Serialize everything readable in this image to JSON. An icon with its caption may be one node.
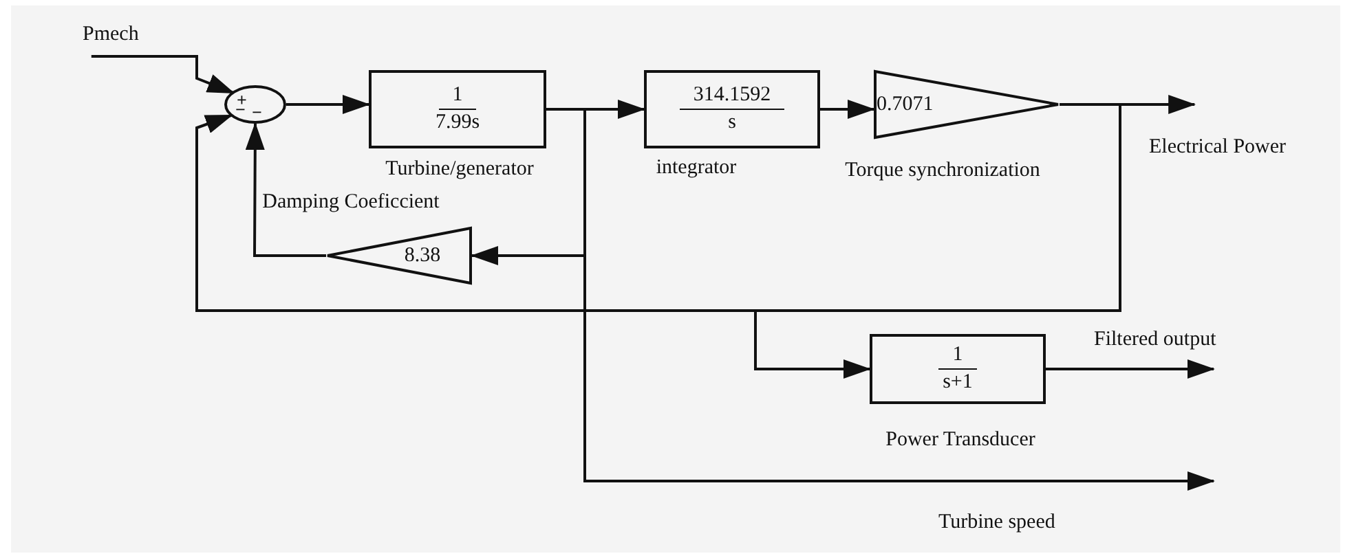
{
  "diagram": {
    "nodes": [
      {
        "text": [
          "Pmech"
        ]
      },
      {
        "text": [
          "+",
          "−",
          "−"
        ]
      },
      {
        "text": [
          "1",
          "7.99s"
        ],
        "beside": [
          "Turbine/generator"
        ]
      },
      {
        "text": [
          "314.1592",
          "s"
        ],
        "beside": [
          "integrator"
        ]
      },
      {
        "text": [
          "0.7071"
        ],
        "beside": [
          "Torque synchronization"
        ]
      },
      {
        "text": [
          "8.38"
        ],
        "beside": [
          "Damping Coeficcient"
        ]
      },
      {
        "text": [
          "1",
          "s+1"
        ],
        "beside": [
          "Power Transducer"
        ]
      },
      {
        "text": [
          "Electrical Power"
        ]
      },
      {
        "text": [
          "Filtered output"
        ]
      }
    ],
    "edges": [
      {
        "from": 0,
        "to": 1,
        "arrow": "to"
      },
      {
        "from": 1,
        "to": 2,
        "arrow": "to"
      },
      {
        "from": 2,
        "to": 3,
        "arrow": "to"
      },
      {
        "from": 2,
        "to": 5,
        "arrow": "to"
      },
      {
        "from": 2,
        "to": null,
        "arrow": "to"
      },
      {
        "from": 3,
        "to": 4,
        "arrow": "to"
      },
      {
        "from": 4,
        "to": 7,
        "arrow": "to"
      },
      {
        "from": 4,
        "to": 1,
        "arrow": "to"
      },
      {
        "from": 4,
        "to": 6,
        "arrow": "to"
      },
      {
        "from": 5,
        "to": 1,
        "arrow": "to"
      },
      {
        "from": 6,
        "to": 8,
        "arrow": "to"
      }
    ],
    "labels": [
      "Turbine speed"
    ]
  }
}
